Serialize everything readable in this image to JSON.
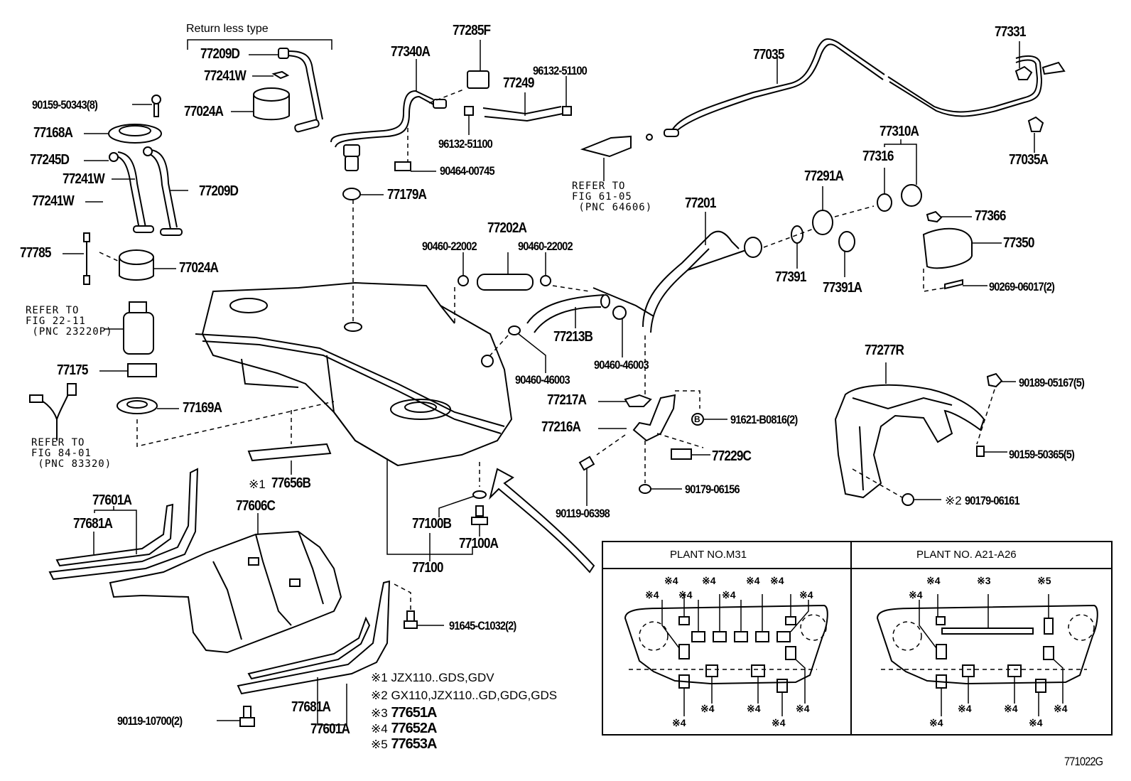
{
  "diagram": {
    "figure_code": "771022G",
    "group_label": "Return less type",
    "parts": {
      "p77209D_top": "77209D",
      "p77241W_top": "77241W",
      "p90159_50343": "90159-50343(8)",
      "p77024A_top": "77024A",
      "p77168A": "77168A",
      "p77245D": "77245D",
      "p77241W_mid": "77241W",
      "p77209D_mid": "77209D",
      "p77241W_low": "77241W",
      "p77785": "77785",
      "p77024A_low": "77024A",
      "p77175": "77175",
      "p77169A": "77169A",
      "p77285F": "77285F",
      "p77340A": "77340A",
      "p96132_51100_a": "96132-51100",
      "p77249": "77249",
      "p96132_51100_b": "96132-51100",
      "p90464_00745": "90464-00745",
      "p77179A": "77179A",
      "p77202A": "77202A",
      "p90460_22002_a": "90460-22002",
      "p90460_22002_b": "90460-22002",
      "p77213B": "77213B",
      "p90460_46003_a": "90460-46003",
      "p90460_46003_b": "90460-46003",
      "p77035": "77035",
      "p77331": "77331",
      "p77035A": "77035A",
      "p77310A": "77310A",
      "p77316": "77316",
      "p77291A": "77291A",
      "p77201": "77201",
      "p77366": "77366",
      "p77350": "77350",
      "p77391": "77391",
      "p77391A": "77391A",
      "p90269_06017": "90269-06017(2)",
      "p77277R": "77277R",
      "p90189_05167": "90189-05167(5)",
      "p90159_50365": "90159-50365(5)",
      "p90179_06161": "90179-06161",
      "p90179_06161_mark": "※2",
      "p77217A": "77217A",
      "p77216A": "77216A",
      "p91621_B0816": "91621-B0816(2)",
      "p91621_circle": "B",
      "p77229C": "77229C",
      "p90179_06156": "90179-06156",
      "p90119_06398": "90119-06398",
      "p77656B": "77656B",
      "p77656B_mark": "※1",
      "p77601A_top": "77601A",
      "p77681A_top": "77681A",
      "p77606C": "77606C",
      "p77100B": "77100B",
      "p77100A": "77100A",
      "p77100": "77100",
      "p91645_C1032": "91645-C1032(2)",
      "p90119_10700": "90119-10700(2)",
      "p77681A_low": "77681A",
      "p77601A_low": "77601A"
    },
    "references": [
      {
        "text": "REFER TO\nFIG 22-11\n (PNC 23220P)"
      },
      {
        "text": "REFER TO\nFIG 84-01\n (PNC 83320)"
      },
      {
        "text": "REFER TO\nFIG 61-05\n (PNC 64606)"
      }
    ],
    "notes": [
      {
        "mark": "※1",
        "text": "JZX110..GDS,GDV"
      },
      {
        "mark": "※2",
        "text": "GX110,JZX110..GD,GDG,GDS"
      },
      {
        "mark": "※3",
        "text": "77651A"
      },
      {
        "mark": "※4",
        "text": "77652A"
      },
      {
        "mark": "※5",
        "text": "77653A"
      }
    ],
    "plant_table": {
      "m31": {
        "title": "PLANT NO.M31",
        "marks": [
          "※4",
          "※4",
          "※4",
          "※4",
          "※4",
          "※4",
          "※4",
          "※4",
          "※4",
          "※4",
          "※4",
          "※4",
          "※4"
        ]
      },
      "a21": {
        "title": "PLANT NO. A21-A26",
        "marks": [
          "※4",
          "※3",
          "※5",
          "※4",
          "※4",
          "※4",
          "※4",
          "※4",
          "※4"
        ]
      }
    }
  }
}
